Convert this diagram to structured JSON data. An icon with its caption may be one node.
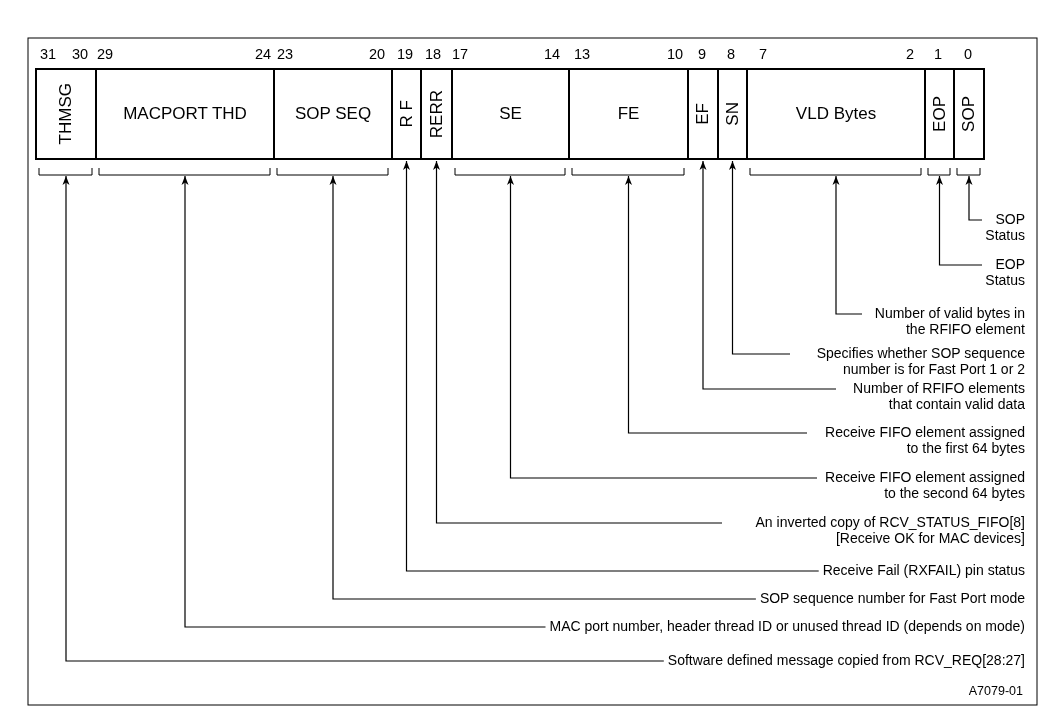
{
  "diagram": {
    "nodes": [
      {
        "text": [
          "THMSG"
        ]
      },
      {
        "text": [
          "MACPORT THD"
        ]
      },
      {
        "text": [
          "SOP SEQ"
        ]
      },
      {
        "text": [
          "R F"
        ]
      },
      {
        "text": [
          "RERR"
        ]
      },
      {
        "text": [
          "SE"
        ]
      },
      {
        "text": [
          "FE"
        ]
      },
      {
        "text": [
          "EF"
        ]
      },
      {
        "text": [
          "SN"
        ]
      },
      {
        "text": [
          "VLD Bytes"
        ]
      },
      {
        "text": [
          "EOP"
        ]
      },
      {
        "text": [
          "SOP"
        ]
      },
      {
        "text": [
          "SOP Status"
        ]
      },
      {
        "text": [
          "EOP Status"
        ]
      },
      {
        "text": [
          "Number of valid bytes in the RFIFO element"
        ]
      },
      {
        "text": [
          "Specifies whether SOP sequence number is for Fast Port 1 or 2"
        ]
      },
      {
        "text": [
          "Number of RFIFO elements that contain valid data"
        ]
      },
      {
        "text": [
          "Receive FIFO element assigned to the first 64 bytes"
        ]
      },
      {
        "text": [
          "Receive FIFO element  assigned to the second 64 bytes"
        ]
      },
      {
        "text": [
          "An inverted copy of RCV_STATUS_FIFO[8] [Receive OK for MAC devices]"
        ]
      },
      {
        "text": [
          "Receive Fail (RXFAIL) pin status"
        ]
      },
      {
        "text": [
          "SOP sequence number for Fast Port mode"
        ]
      },
      {
        "text": [
          "MAC port number, header thread ID or unused thread ID (depends on mode)"
        ]
      },
      {
        "text": [
          "Software defined message copied from RCV_REQ[28:27]"
        ]
      }
    ],
    "edges": [
      {
        "from": 12,
        "to": 11,
        "arrow": "to"
      },
      {
        "from": 13,
        "to": 10,
        "arrow": "to"
      },
      {
        "from": 14,
        "to": 9,
        "arrow": "to"
      },
      {
        "from": 15,
        "to": 8,
        "arrow": "to"
      },
      {
        "from": 16,
        "to": 7,
        "arrow": "to"
      },
      {
        "from": 17,
        "to": 6,
        "arrow": "to"
      },
      {
        "from": 18,
        "to": 5,
        "arrow": "to"
      },
      {
        "from": 19,
        "to": 4,
        "arrow": "to"
      },
      {
        "from": 20,
        "to": 3,
        "arrow": "to"
      },
      {
        "from": 21,
        "to": 2,
        "arrow": "to"
      },
      {
        "from": 22,
        "to": 1,
        "arrow": "to"
      },
      {
        "from": 23,
        "to": 0,
        "arrow": "to"
      }
    ],
    "labels": [
      "31",
      "30",
      "29",
      "24",
      "23",
      "20",
      "19",
      "18",
      "17",
      "14",
      "13",
      "10",
      "9",
      "8",
      "7",
      "2",
      "1",
      "0",
      "A7079-01"
    ]
  }
}
